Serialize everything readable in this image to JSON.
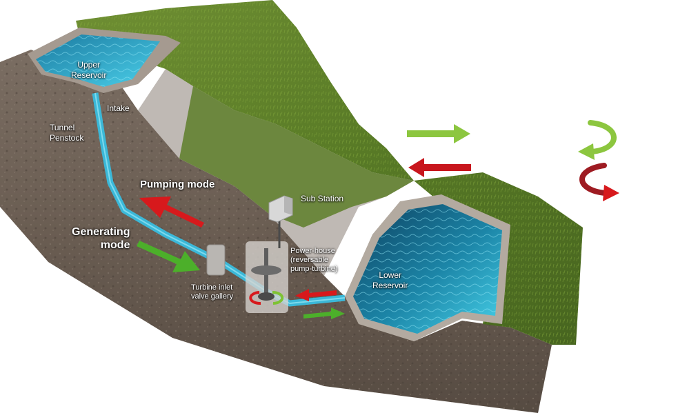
{
  "labels": {
    "upper_reservoir": "Upper\nReservoir",
    "intake": "Intake",
    "tunnel_penstock": "Tunnel\nPenstock",
    "pumping_mode": "Pumping mode",
    "generating_mode": "Generating\nmode",
    "sub_station": "Sub Station",
    "power_house": "Power-house\n(reversable\npump-turbine)",
    "turbine_inlet": "Turbine inlet\nvalve gallery",
    "lower_reservoir": "Lower\nReservoir"
  },
  "colors": {
    "generating": "#4caf2a",
    "generating_light": "#9acd32",
    "pumping": "#d7191c",
    "pumping_dark": "#8b1a1a",
    "water": "#3bb8d8",
    "grass": "#5a7a2c",
    "rock": "#6e6258"
  }
}
